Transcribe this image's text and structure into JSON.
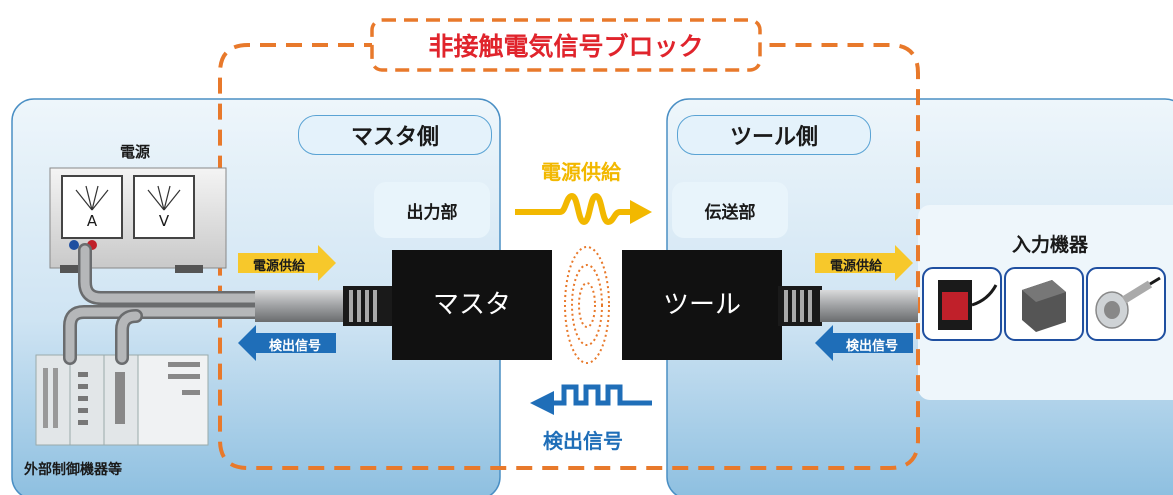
{
  "block_title": "非接触電気信号ブロック",
  "master_side": {
    "label": "マスタ側",
    "output": "出力部",
    "device": "マスタ",
    "power_in": "電源供給",
    "signal_out": "検出信号"
  },
  "tool_side": {
    "label": "ツール側",
    "transmit": "伝送部",
    "device": "ツール",
    "power_out": "電源供給",
    "signal_in": "検出信号"
  },
  "center": {
    "power": "電源供給",
    "signal": "検出信号"
  },
  "power_supply": {
    "label": "電源",
    "meter_a": "A",
    "meter_v": "V"
  },
  "external": {
    "label": "外部制御機器等"
  },
  "input_devices": {
    "label": "入力機器"
  },
  "colors": {
    "accent_orange": "#e8792b",
    "title_red": "#e0242c",
    "power_yellow": "#f2b800",
    "signal_blue": "#1f6eb8",
    "panel_blue": "#a9cfe8"
  }
}
